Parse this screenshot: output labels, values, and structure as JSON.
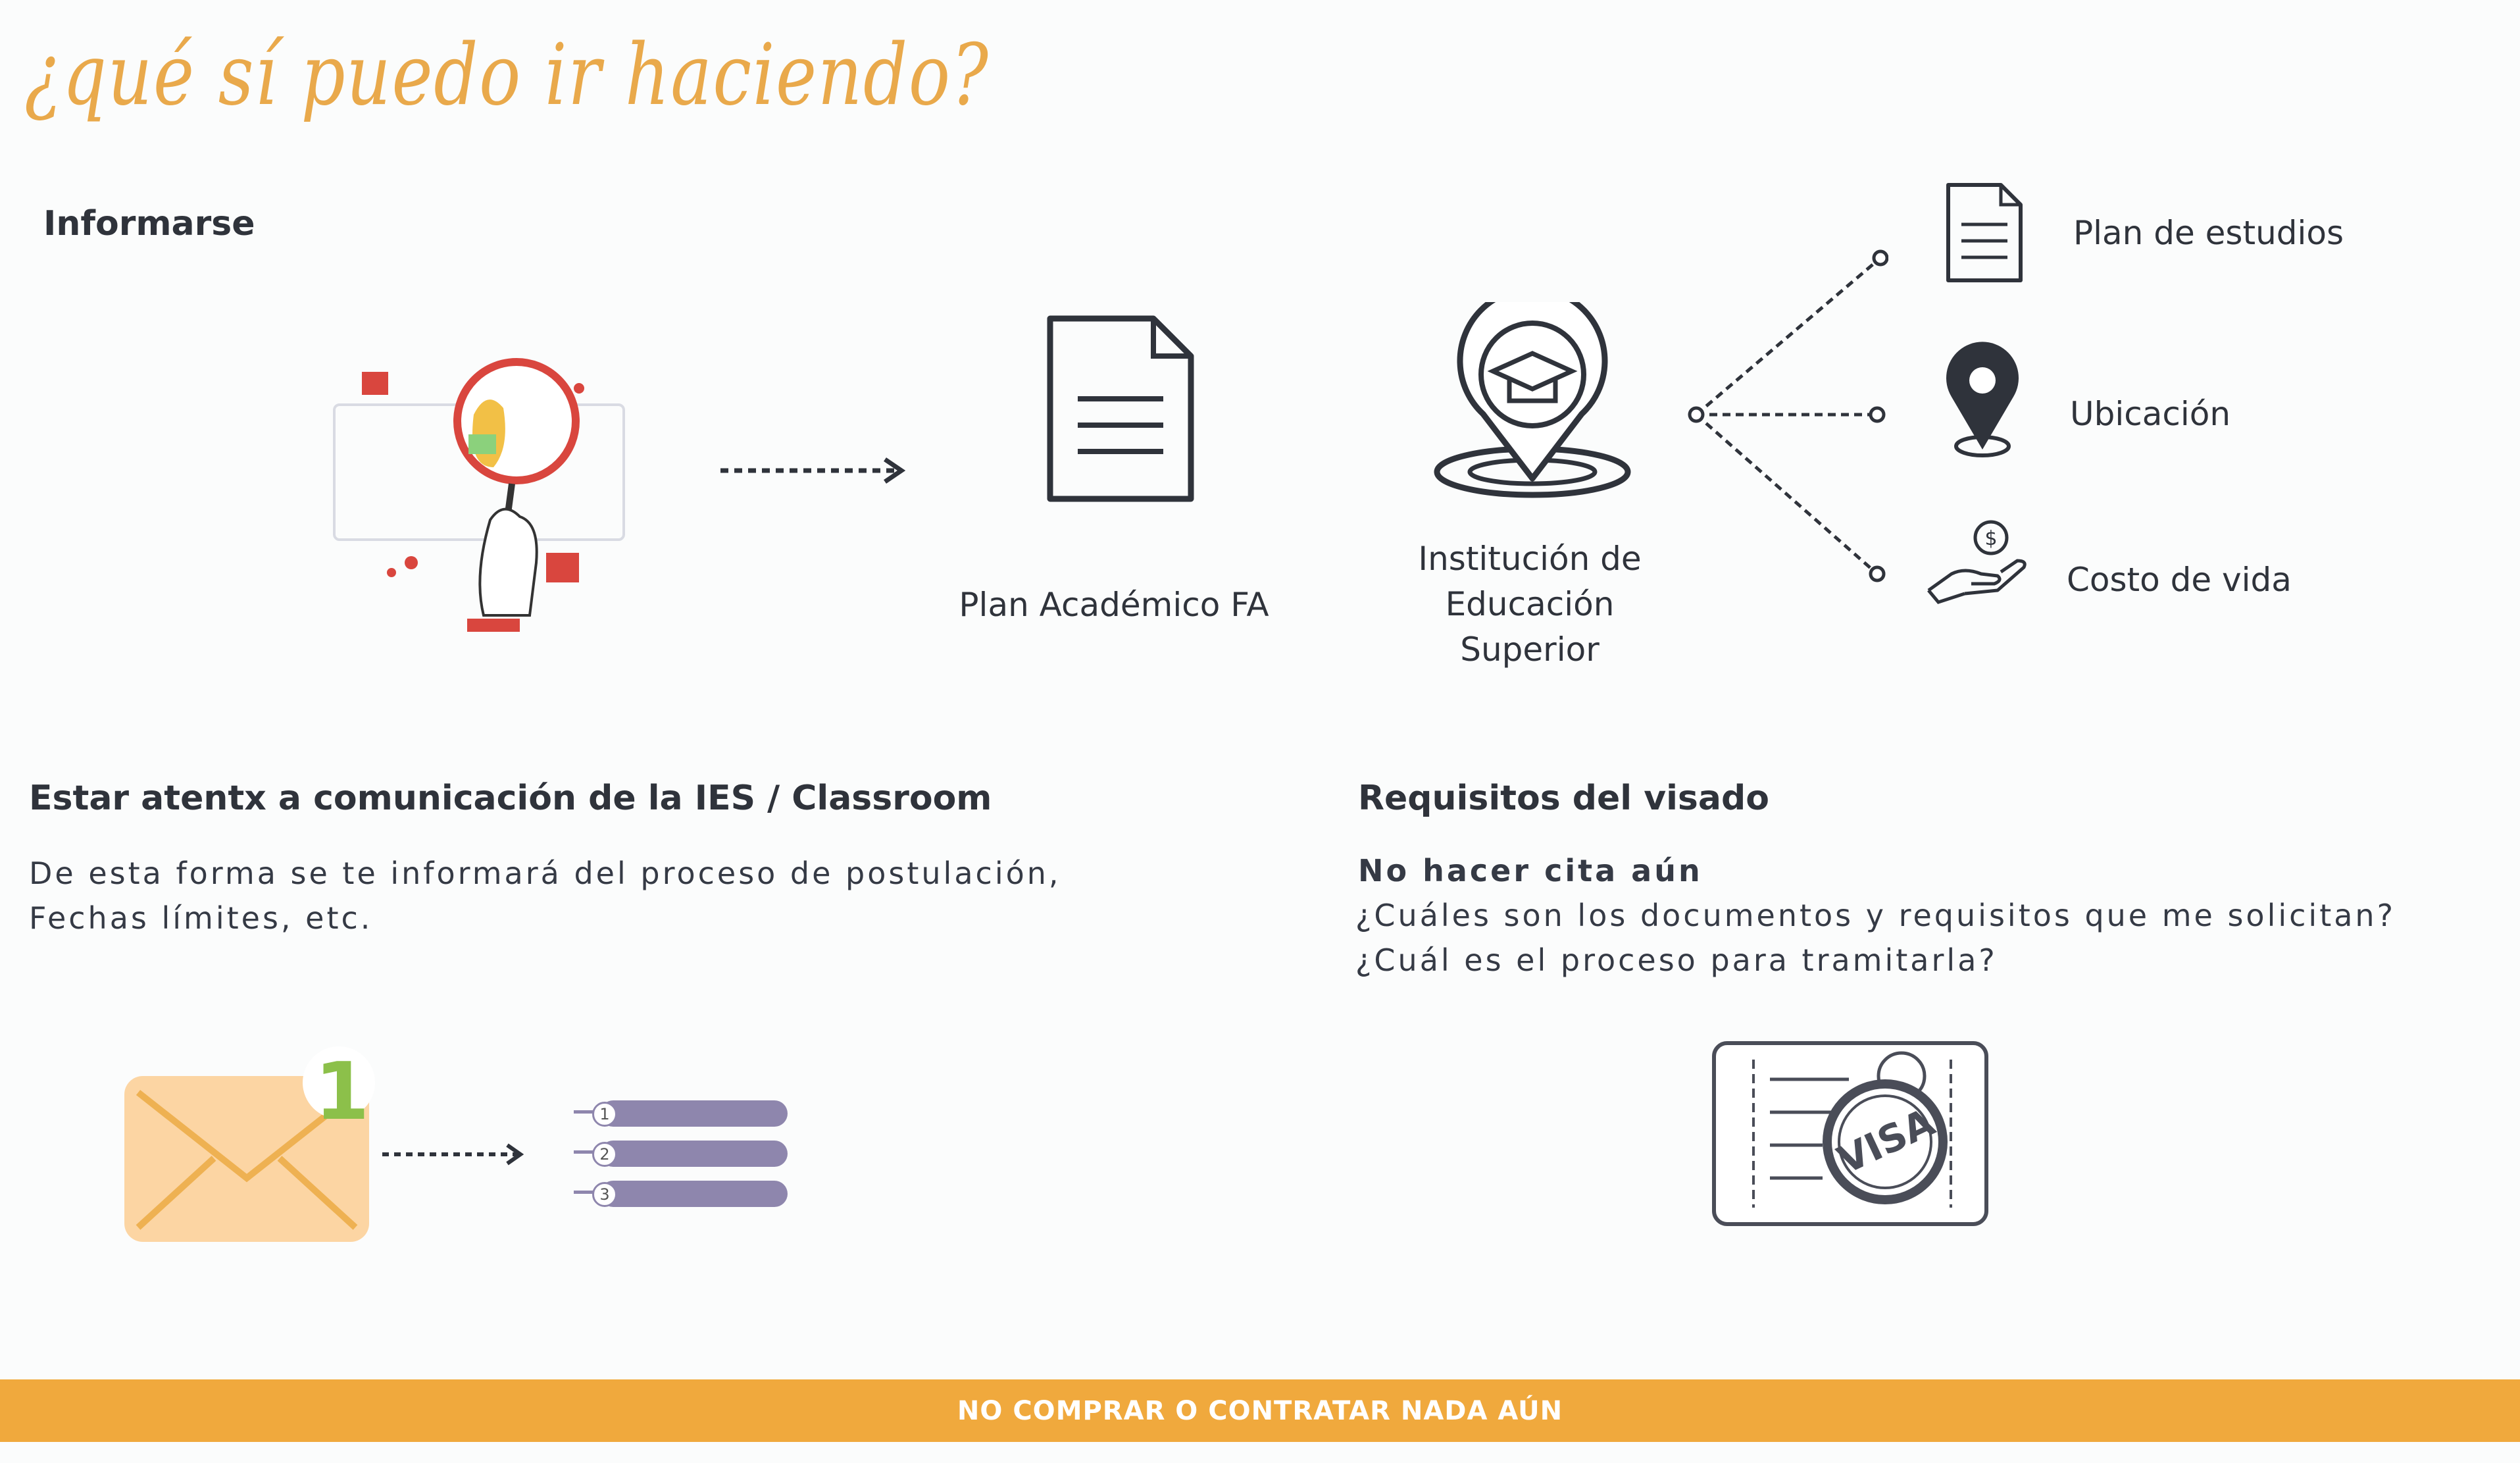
{
  "title": "¿qué sí puedo ir haciendo?",
  "informarse": {
    "heading": "Informarse",
    "plan_label": "Plan Académico FA",
    "institution_lines": [
      "Institución de",
      "Educación",
      "Superior"
    ],
    "branches": [
      "Plan de estudios",
      "Ubicación",
      "Costo de vida"
    ]
  },
  "comunicacion": {
    "heading": "Estar atentx a comunicación de la IES / Classroom",
    "lines": [
      "De esta forma se te informará del proceso de postulación,",
      "Fechas límites, etc."
    ],
    "badge": "1",
    "list_numbers": [
      "1",
      "2",
      "3"
    ]
  },
  "visado": {
    "heading": "Requisitos del visado",
    "subheading": "No hacer cita aún",
    "lines": [
      "¿Cuáles son los documentos y requisitos que me solicitan?",
      "¿Cuál es el proceso para tramitarla?"
    ],
    "stamp": "VISA"
  },
  "footer": "NO COMPRAR O CONTRATAR NADA AÚN",
  "colors": {
    "accent": "#f0a93d",
    "title": "#e9a94b",
    "red": "#d9463e",
    "purple": "#8e86ad",
    "text": "#2f333b"
  }
}
